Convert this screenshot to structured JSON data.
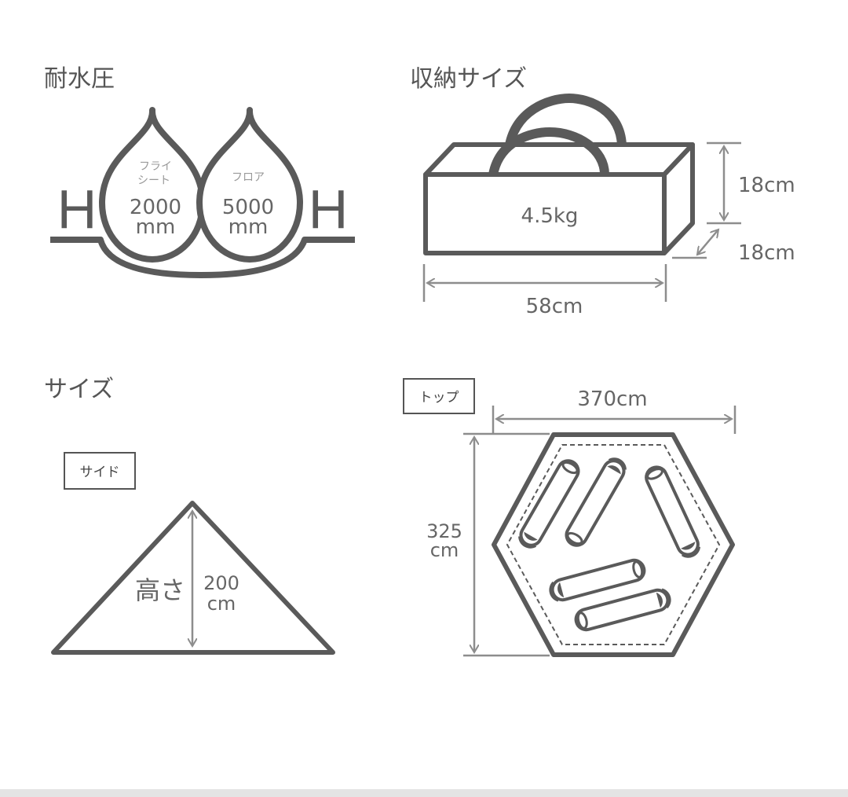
{
  "colors": {
    "stroke": "#5a5a5a",
    "dimension": "#8d8d8d",
    "text": "#555555",
    "faint_text": "#9a9a9a",
    "footer": "#e4e4e4"
  },
  "water_pressure": {
    "title": "耐水圧",
    "h_left": "H",
    "h_right": "H",
    "fly": {
      "label_line1": "フライ",
      "label_line2": "シート",
      "value": "2000",
      "unit": "mm"
    },
    "floor": {
      "label": "フロア",
      "value": "5000",
      "unit": "mm"
    }
  },
  "storage": {
    "title": "収納サイズ",
    "weight": "4.5kg",
    "height": "18cm",
    "depth": "18cm",
    "width": "58cm"
  },
  "size": {
    "title": "サイズ",
    "side_tag": "サイド",
    "height_label": "高さ",
    "height_value": "200",
    "height_unit": "cm"
  },
  "top_view": {
    "tag": "トップ",
    "width": "370cm",
    "depth_value": "325",
    "depth_unit": "cm"
  }
}
